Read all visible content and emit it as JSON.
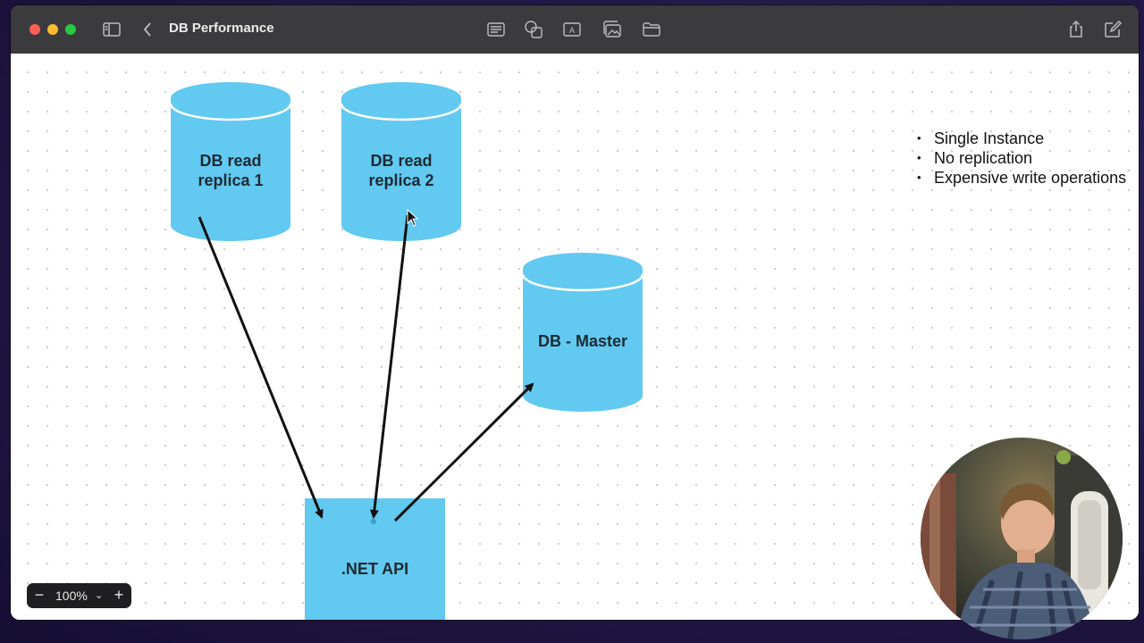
{
  "window": {
    "title": "DB Performance"
  },
  "toolbar": {
    "left_icons": [
      "sidebar-toggle-icon",
      "chevron-left-icon"
    ],
    "center_icons": [
      "list-icon",
      "shapes-icon",
      "text-box-icon",
      "media-icon",
      "folder-icon"
    ],
    "right_icons": [
      "share-icon",
      "compose-icon"
    ]
  },
  "board": {
    "shapes": {
      "replica1": {
        "line1": "DB read",
        "line2": "replica 1"
      },
      "replica2": {
        "line1": "DB read",
        "line2": "replica 2"
      },
      "master": {
        "label": "DB - Master"
      },
      "api": {
        "label": ".NET API"
      }
    },
    "notes": [
      "Single Instance",
      "No replication",
      "Expensive write operations"
    ]
  },
  "zoom": {
    "minus": "−",
    "value": "100%",
    "plus": "+"
  },
  "colors": {
    "shape_fill": "#62c9f1",
    "titlebar": "#3b3b3d",
    "arrow": "#111111"
  }
}
